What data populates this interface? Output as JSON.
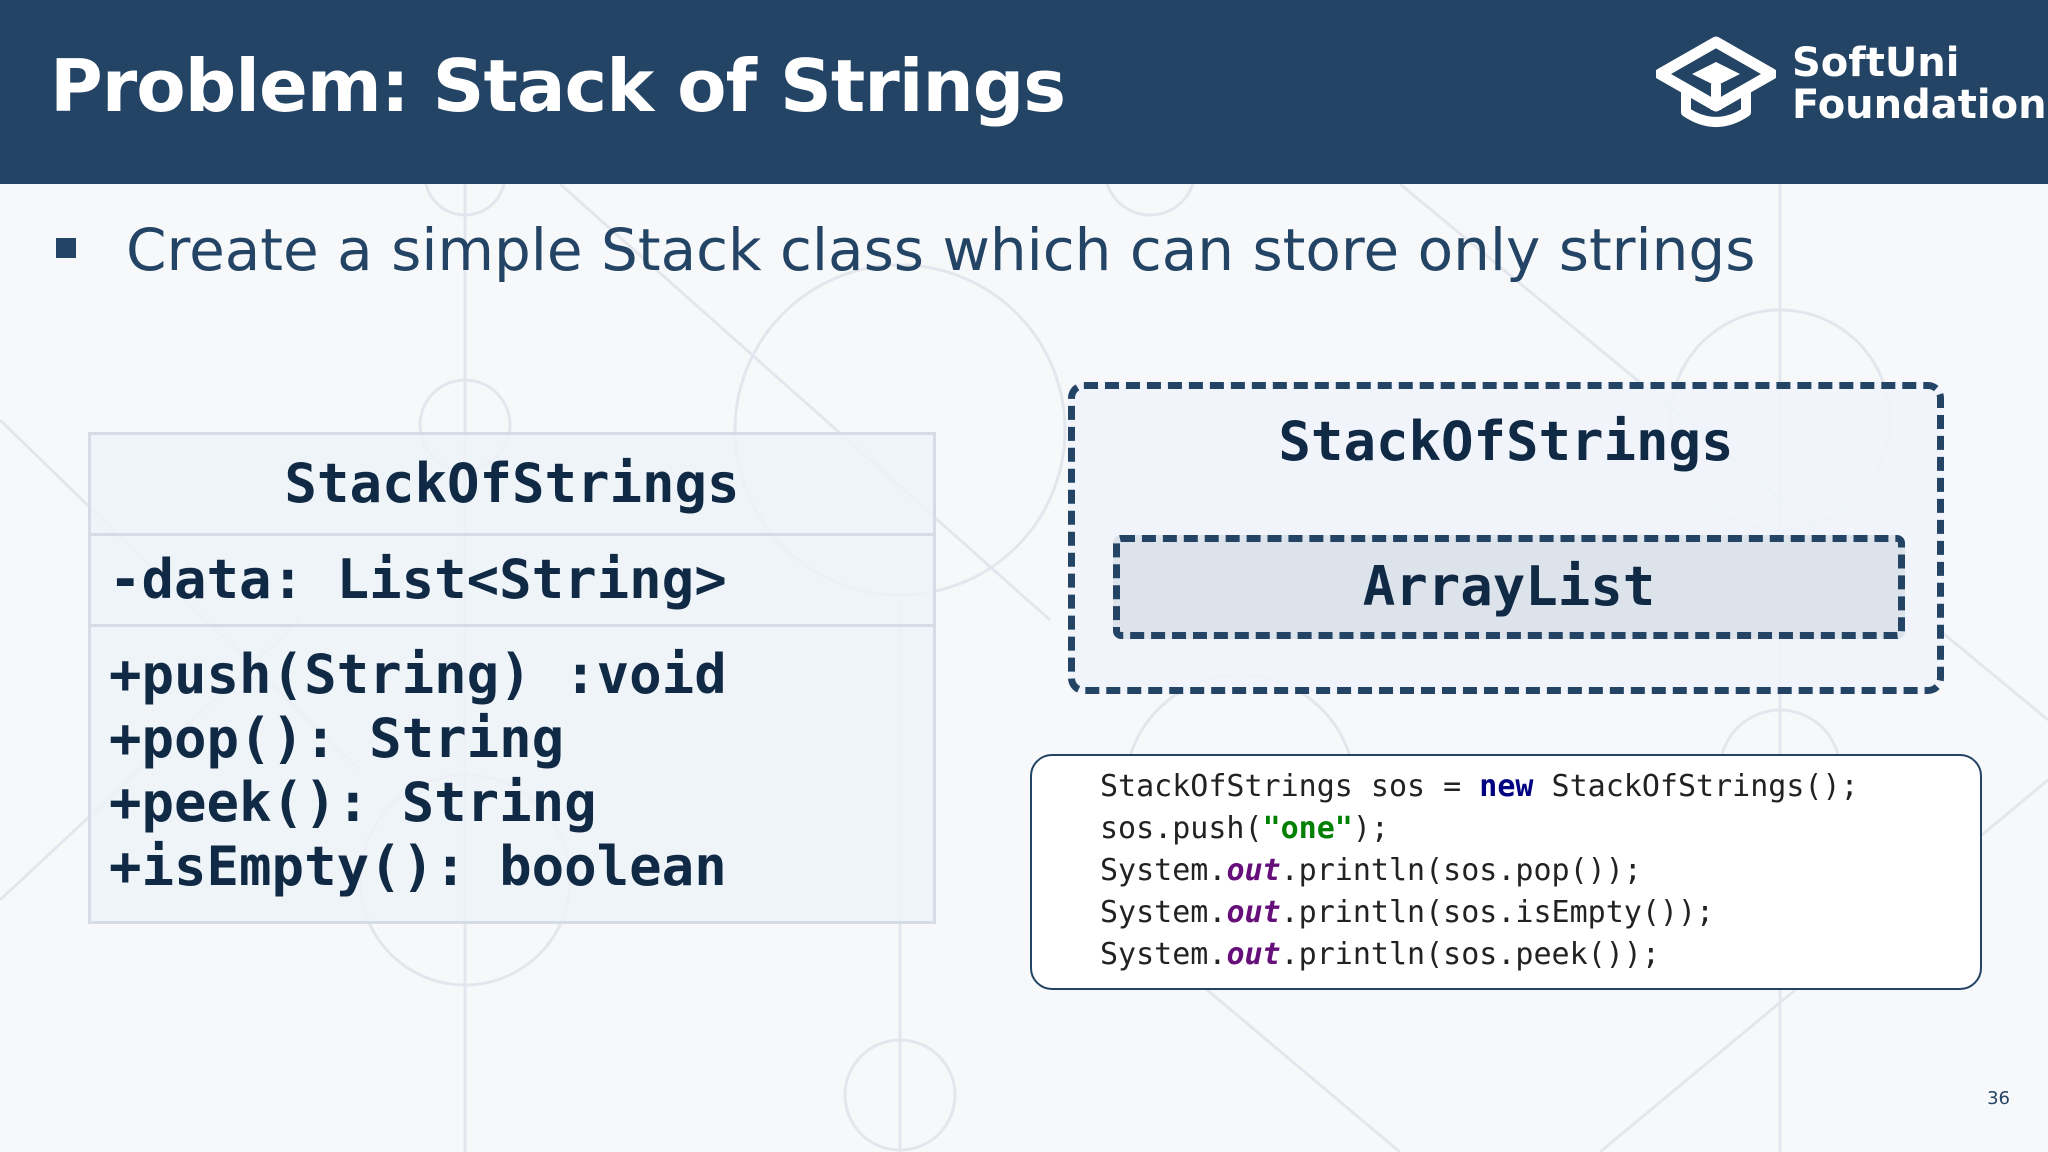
{
  "header": {
    "title": "Problem: Stack of Strings",
    "logo_line1": "SoftUni",
    "logo_line2": "Foundation"
  },
  "bullet": "Create a simple Stack class which can store only strings",
  "uml": {
    "class_name": "StackOfStrings",
    "field": "-data: List<String>",
    "methods": [
      "+push(String) :void",
      "+pop(): String",
      "+peek(): String",
      "+isEmpty(): boolean"
    ]
  },
  "composition": {
    "outer": "StackOfStrings",
    "inner": "ArrayList"
  },
  "code": {
    "l1_a": "StackOfStrings sos = ",
    "l1_kw": "new",
    "l1_b": " StackOfStrings();",
    "l2_a": "sos.push(",
    "l2_str": "\"one\"",
    "l2_b": ");",
    "l3_a": "System.",
    "l3_fld": "out",
    "l3_b": ".println(sos.pop());",
    "l4_a": "System.",
    "l4_fld": "out",
    "l4_b": ".println(sos.isEmpty());",
    "l5_a": "System.",
    "l5_fld": "out",
    "l5_b": ".println(sos.peek());"
  },
  "page_number": "36",
  "colors": {
    "header_bg": "#234465",
    "text_dark": "#102a46",
    "keyword": "#000080",
    "string": "#008000",
    "static_field": "#660e7a"
  }
}
